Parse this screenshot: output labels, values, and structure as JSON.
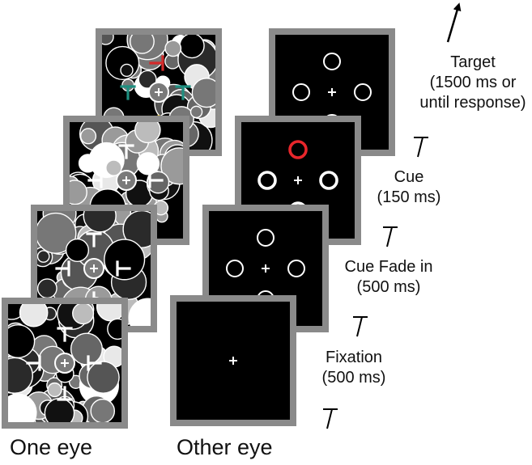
{
  "colors": {
    "frame": "#8a8a8a",
    "screen": "#000000",
    "stroke": "#ffffff",
    "cue": "#e8262b",
    "target_red": "#d42a2a",
    "target_teal": "#1f8f80",
    "target_yellow": "#e8c21a"
  },
  "icons": {
    "time_arrow": "arrow-up-right-icon",
    "fixation": "plus-icon"
  },
  "stages": [
    {
      "name": "Target",
      "detail_lines": [
        "(1500 ms or",
        "until response)"
      ]
    },
    {
      "name": "Cue",
      "detail_lines": [
        "(150 ms)"
      ]
    },
    {
      "name": "Cue Fade in",
      "detail_lines": [
        "(500 ms)"
      ]
    },
    {
      "name": "Fixation",
      "detail_lines": [
        "(500 ms)"
      ]
    }
  ],
  "labels": {
    "one_eye": "One eye",
    "other_eye": "Other eye"
  }
}
